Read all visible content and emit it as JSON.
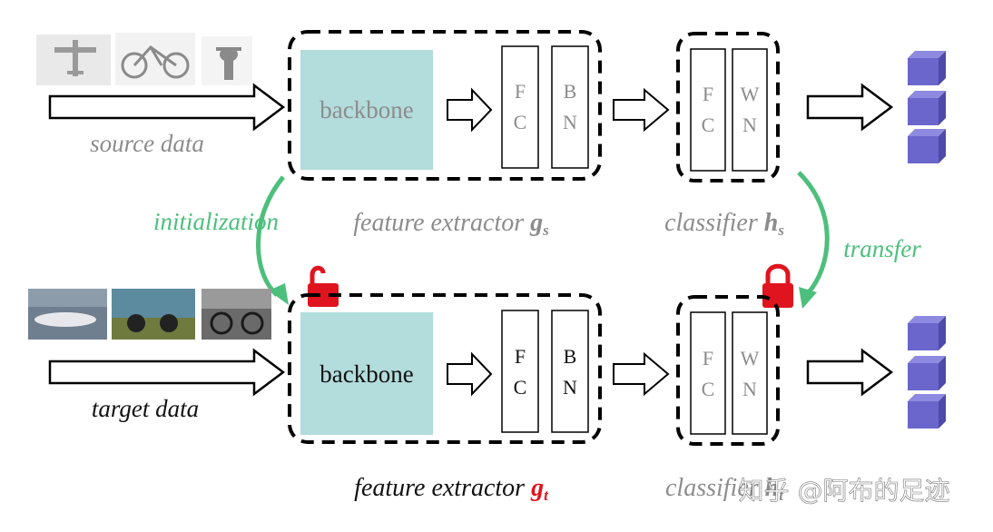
{
  "top_row": {
    "input_label": "source data",
    "backbone_label": "backbone",
    "fc_line1": "F",
    "fc_line2": "C",
    "bn_line1": "B",
    "bn_line2": "N",
    "cls_fc_line1": "F",
    "cls_fc_line2": "C",
    "wn_line1": "W",
    "wn_line2": "N",
    "extractor_caption": "feature extractor ",
    "extractor_symbol": "g",
    "extractor_subscript": "s",
    "classifier_caption": "classifier ",
    "classifier_symbol": "h",
    "classifier_subscript": "s"
  },
  "bottom_row": {
    "input_label": "target data",
    "backbone_label": "backbone",
    "fc_line1": "F",
    "fc_line2": "C",
    "bn_line1": "B",
    "bn_line2": "N",
    "cls_fc_line1": "F",
    "cls_fc_line2": "C",
    "wn_line1": "W",
    "wn_line2": "N",
    "extractor_caption": "feature extractor ",
    "extractor_symbol": "g",
    "extractor_subscript": "t",
    "classifier_caption": "classifier ",
    "classifier_symbol": "h",
    "classifier_subscript": "t"
  },
  "flows": {
    "initialization_label": "initialization",
    "transfer_label": "transfer"
  },
  "watermark": "知乎 @阿布的足迹",
  "colors": {
    "backbone_fill": "#b3dcdc",
    "green": "#4cbf7c",
    "red_lock": "#e0141e",
    "cube": "#6a66cc",
    "gray_text": "#8c8c8c",
    "red_symbol": "#e0141e"
  }
}
